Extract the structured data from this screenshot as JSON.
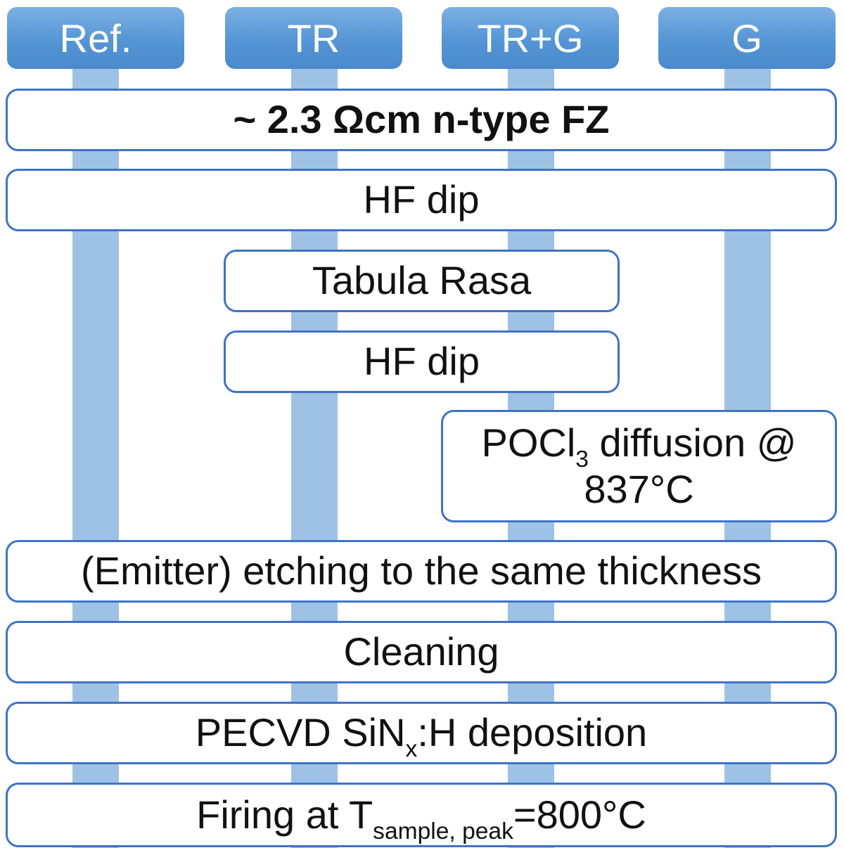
{
  "columns": [
    {
      "label": "Ref."
    },
    {
      "label": "TR"
    },
    {
      "label": "TR+G"
    },
    {
      "label": "G"
    }
  ],
  "steps": {
    "substrate": "~ 2.3 Ωcm n-type FZ",
    "hf_dip_1": "HF dip",
    "tabula_rasa": "Tabula Rasa",
    "hf_dip_2": "HF dip",
    "pocl3": {
      "prefix": "POCl",
      "sub": "3",
      "suffix": " diffusion @",
      "line2": "837°C"
    },
    "emitter_etching": "(Emitter) etching to the same thickness",
    "cleaning": "Cleaning",
    "pecvd": {
      "prefix": "PECVD SiN",
      "sub": "x",
      "suffix": ":H deposition"
    },
    "firing": {
      "prefix": "Firing at T",
      "sub": "sample, peak",
      "suffix": "=800°C"
    }
  },
  "colors": {
    "header_fill": "#5595d4",
    "column_bar": "#9ec2e6",
    "step_border": "#3f73c6"
  }
}
